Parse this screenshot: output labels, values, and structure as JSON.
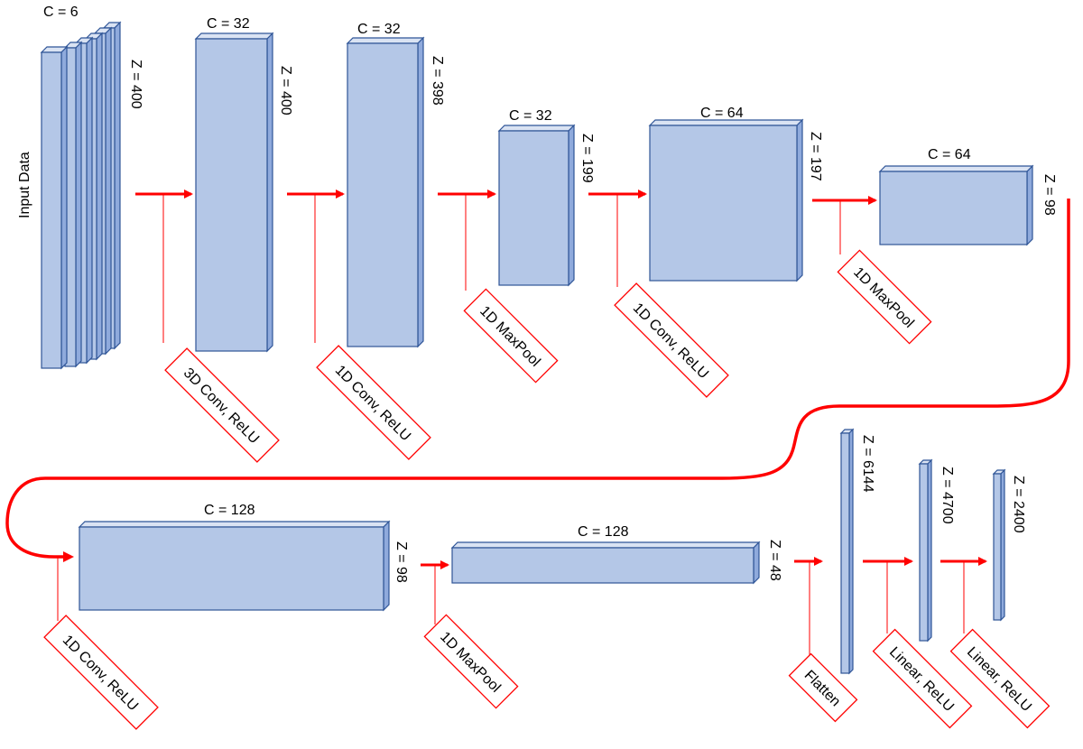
{
  "input": {
    "label": "Input Data",
    "channels": "C = 6",
    "length": "Z = 400"
  },
  "layers": [
    {
      "channels": "C = 32",
      "length": "Z = 400"
    },
    {
      "channels": "C = 32",
      "length": "Z = 398"
    },
    {
      "channels": "C = 32",
      "length": "Z = 199"
    },
    {
      "channels": "C = 64",
      "length": "Z = 197"
    },
    {
      "channels": "C = 64",
      "length": "Z = 98"
    },
    {
      "channels": "C = 128",
      "length": "Z = 98"
    },
    {
      "channels": "C = 128",
      "length": "Z = 48"
    },
    {
      "channels": "",
      "length": "Z = 6144"
    },
    {
      "channels": "",
      "length": "Z = 4700"
    },
    {
      "channels": "",
      "length": "Z = 2400"
    }
  ],
  "operations": [
    "3D Conv, ReLU",
    "1D Conv, ReLU",
    "1D MaxPool",
    "1D Conv, ReLU",
    "1D MaxPool",
    "1D Conv, ReLU",
    "1D MaxPool",
    "Flatten",
    "Linear, ReLU",
    "Linear, ReLU"
  ],
  "colors": {
    "block_front": "#b4c7e7",
    "block_side": "#8faadc",
    "block_edge": "#2f5597",
    "arrow": "#ff0000"
  }
}
